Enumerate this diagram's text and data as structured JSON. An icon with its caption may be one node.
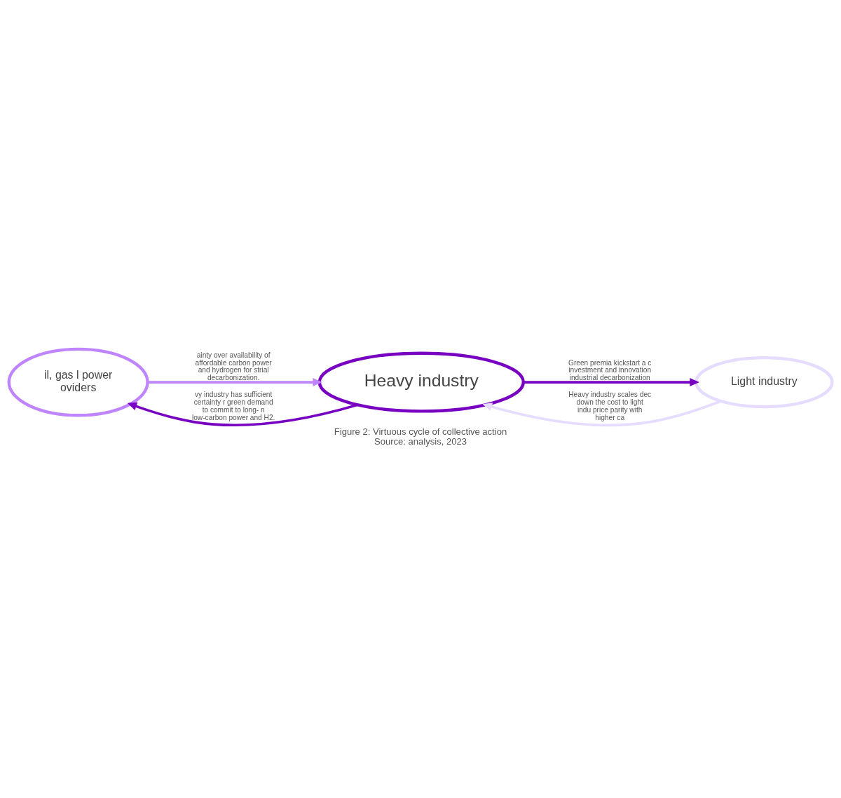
{
  "diagram": {
    "title": "Figure 2: Virtuous cycle of collective action",
    "caption": "Source: analysis, 2023",
    "nodes": [
      {
        "text": [
          "il, gas l power oviders"
        ]
      },
      {
        "text": [
          "Heavy industry"
        ]
      },
      {
        "text": [
          "Light industry"
        ]
      }
    ],
    "edges": [
      {
        "from": 0,
        "to": 1,
        "arrow": "to",
        "color": "#bf84ff",
        "label": "ainty over availability of affordable carbon power and hydrogen for strial decarbonization."
      },
      {
        "from": 1,
        "to": 2,
        "arrow": "to",
        "color": "#7700c1",
        "label": "Green premia kickstart a c investment and innovation industrial decarbonization"
      },
      {
        "from": 1,
        "to": 0,
        "arrow": "to",
        "color": "#7700c1",
        "label": "vy industry has sufficient certainty r green demand to commit to long- n low-carbon power and H2."
      },
      {
        "from": 2,
        "to": 1,
        "arrow": "to",
        "color": "#e6dcff",
        "label": "Heavy industry scales dec down the cost to light indu price parity with higher ca"
      }
    ]
  }
}
